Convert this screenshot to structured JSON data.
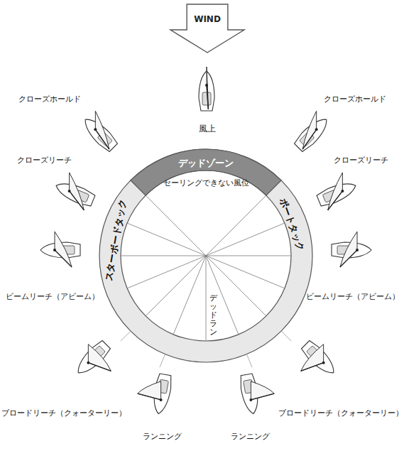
{
  "diagram": {
    "nodes": [
      {
        "text": [
          "WIND"
        ]
      },
      {
        "text": [
          "デッドゾーン"
        ]
      }
    ],
    "labels": [
      "風上",
      "クローズホールド",
      "クローズホールド",
      "クローズリーチ",
      "クローズリーチ",
      "スターボードタック",
      "セーリングできない風位",
      "ポートタック",
      "ビームリーチ（アビーム）",
      "ビームリーチ（アビーム）",
      "デッドラン",
      "ブロードリーチ（クォーターリー）",
      "ブロードリーチ（クォーターリー）",
      "ランニング",
      "ランニング"
    ]
  }
}
